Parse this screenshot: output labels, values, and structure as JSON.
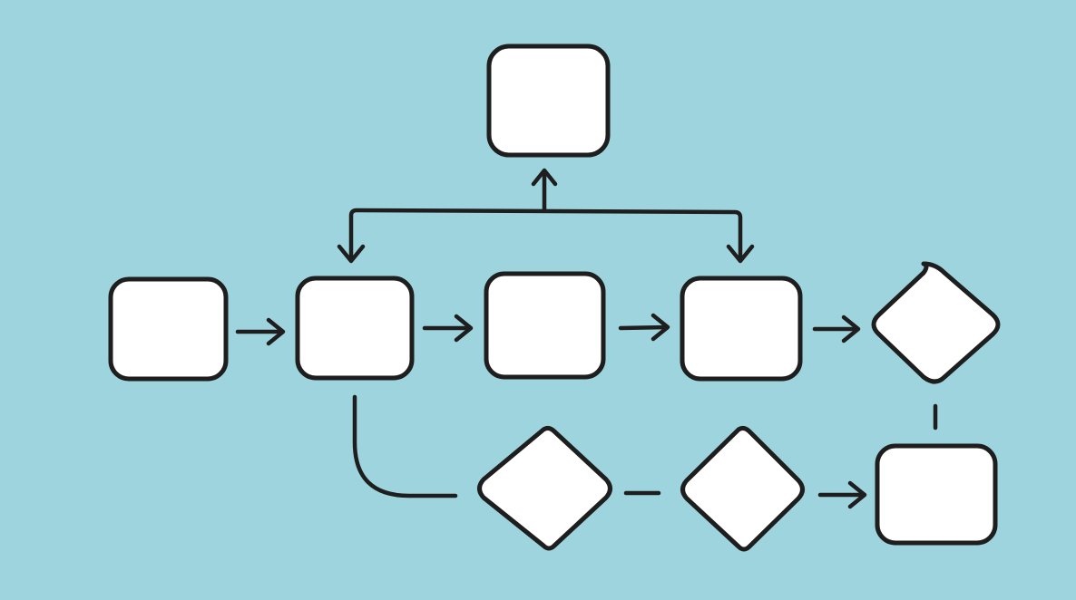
{
  "colors": {
    "background": "#9dd4de",
    "stroke": "#1e1e1e",
    "node_fill": "#ffffff"
  },
  "diagram": {
    "nodes": [
      {
        "id": "top",
        "shape": "rounded-square",
        "label": ""
      },
      {
        "id": "start",
        "shape": "rounded-square",
        "label": ""
      },
      {
        "id": "hub",
        "shape": "rounded-square",
        "label": ""
      },
      {
        "id": "step-3",
        "shape": "rounded-square",
        "label": ""
      },
      {
        "id": "step-4",
        "shape": "rounded-square",
        "label": ""
      },
      {
        "id": "decision-right",
        "shape": "diamond",
        "label": ""
      },
      {
        "id": "decision-bottom-1",
        "shape": "diamond",
        "label": ""
      },
      {
        "id": "decision-bottom-2",
        "shape": "diamond",
        "label": ""
      },
      {
        "id": "end",
        "shape": "rounded-square",
        "label": ""
      }
    ],
    "edges": [
      {
        "from": "start",
        "to": "hub",
        "arrow": true
      },
      {
        "from": "hub",
        "to": "step-3",
        "arrow": true
      },
      {
        "from": "step-3",
        "to": "step-4",
        "arrow": true
      },
      {
        "from": "step-4",
        "to": "decision-right",
        "arrow": true
      },
      {
        "from": "bracket",
        "to": "top",
        "arrow": true
      },
      {
        "from": "bracket",
        "to": "hub",
        "arrow": true
      },
      {
        "from": "bracket",
        "to": "step-4",
        "arrow": true
      },
      {
        "from": "hub",
        "to": "decision-bottom-1",
        "arrow": false
      },
      {
        "from": "decision-bottom-1",
        "to": "decision-bottom-2",
        "arrow": false
      },
      {
        "from": "decision-bottom-2",
        "to": "end",
        "arrow": true
      },
      {
        "from": "decision-right",
        "to": "end",
        "arrow": false
      }
    ]
  }
}
